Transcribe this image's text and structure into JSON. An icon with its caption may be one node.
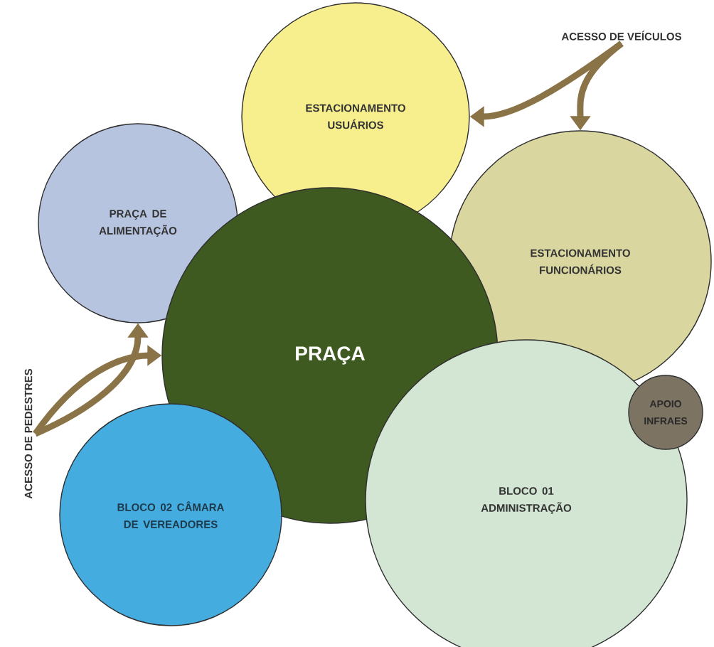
{
  "diagram": {
    "nodes": [
      {
        "text": [
          "ACESSO DE VEÍCULOS"
        ]
      },
      {
        "text": [
          "ESTACIONAMENTO USUÁRIOS"
        ]
      },
      {
        "text": [
          "PRAÇA DE ALIMENTAÇÃO"
        ]
      },
      {
        "text": [
          "ESTACIONAMENTO FUNCIONÁRIOS"
        ]
      },
      {
        "text": [
          "PRAÇA"
        ]
      },
      {
        "text": [
          "APOIO INFRAES"
        ]
      },
      {
        "text": [
          "ACESSO DE PEDESTRES"
        ]
      },
      {
        "text": [
          "BLOCO 02 CÂMARA DE VEREADORES"
        ]
      },
      {
        "text": [
          "BLOCO 01 ADMINISTRAÇÃO"
        ]
      }
    ],
    "edges": [
      {
        "from": 0,
        "to": 1,
        "arrow": "to"
      },
      {
        "from": 0,
        "to": 3,
        "arrow": "to"
      },
      {
        "from": 6,
        "to": 2,
        "arrow": "to"
      },
      {
        "from": 6,
        "to": 4,
        "arrow": "to"
      }
    ]
  }
}
